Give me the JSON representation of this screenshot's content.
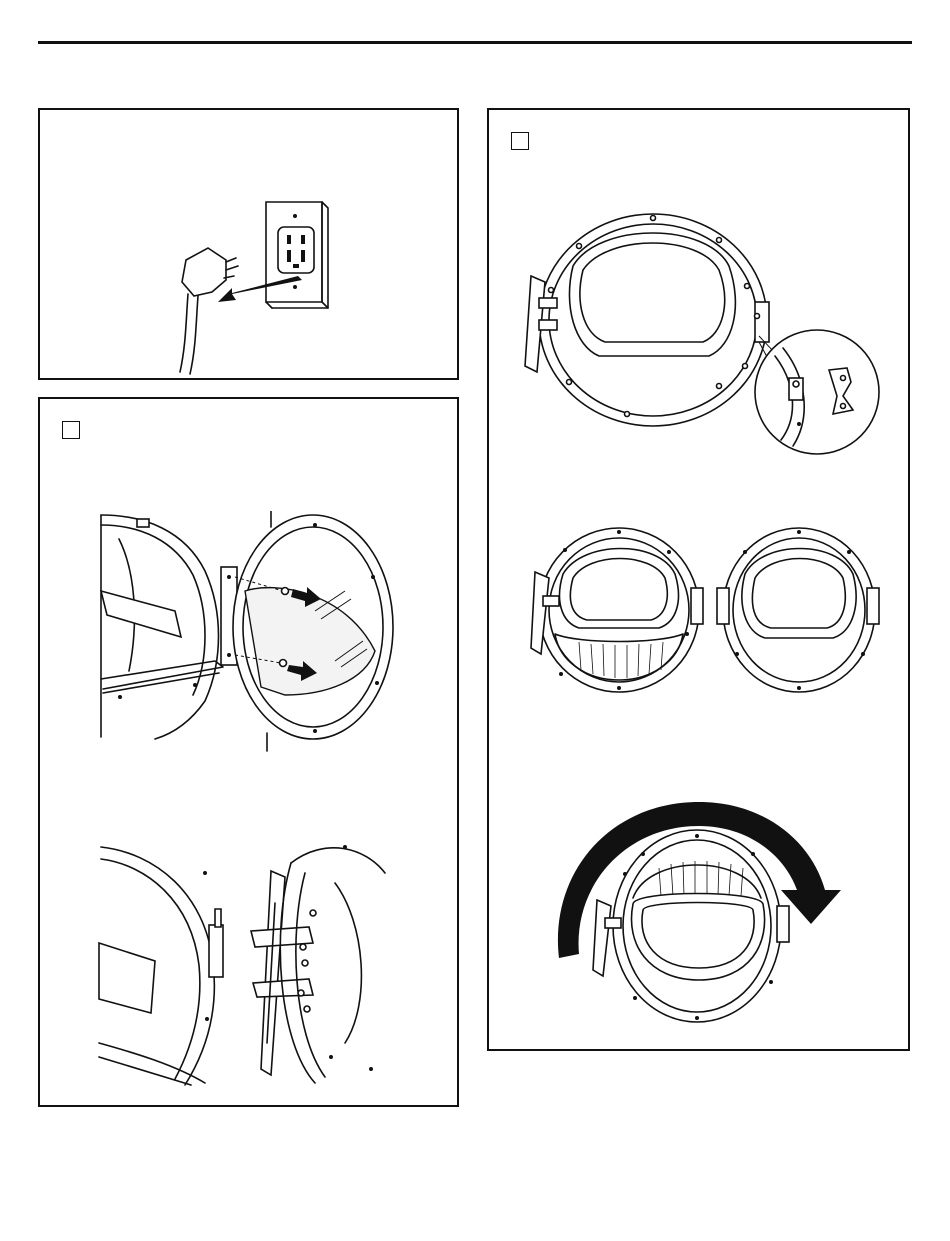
{
  "page": {
    "has_top_rule": true
  },
  "panels": {
    "unplug": {
      "illustration": "unplug-power-cord"
    },
    "remove_door": {
      "checkbox_checked": false,
      "illustrations": [
        "door-hinge-screws-removal",
        "door-hinge-detail"
      ]
    },
    "reverse_door": {
      "checkbox_checked": false,
      "illustrations": [
        "door-trim-screws",
        "door-halves-separated",
        "door-rotation"
      ]
    }
  },
  "icons": {
    "outlet": "electrical-outlet-icon",
    "plug": "power-plug-icon",
    "arrow": "pull-arrow-icon",
    "rotate": "rotate-arrow-icon"
  },
  "colors": {
    "ink": "#111111",
    "paper": "#ffffff",
    "glass_tint": "#f3f3f3"
  }
}
